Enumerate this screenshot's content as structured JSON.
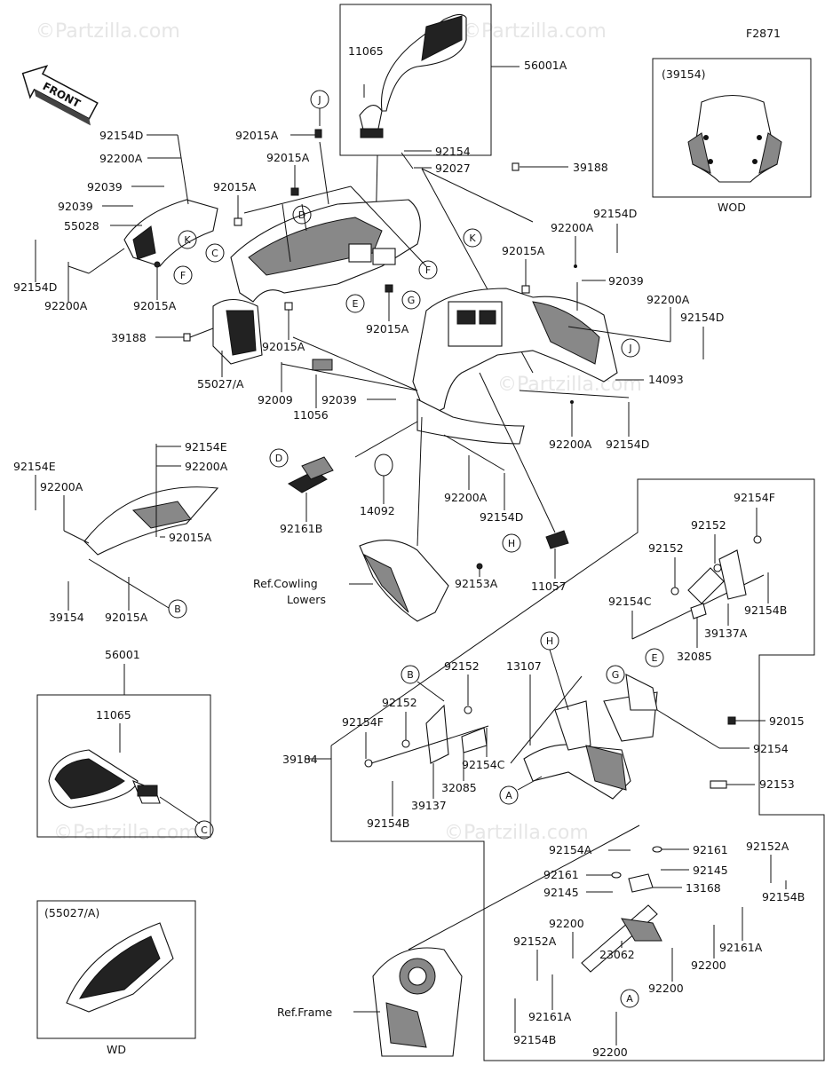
{
  "figure_code": "F2871",
  "front_label": "FRONT",
  "watermark": "©Partzilla.com",
  "inset_windshield": {
    "ref": "(39154)",
    "variant": "WOD"
  },
  "inset_cowl": {
    "ref": "(55027/A)",
    "variant": "WD"
  },
  "references": {
    "cowling_lowers": [
      "Ref.Cowling",
      "Lowers"
    ],
    "frame": "Ref.Frame"
  },
  "parts": {
    "p11065_top": "11065",
    "p56001A": "56001A",
    "p92154D_1": "92154D",
    "p92200A_1": "92200A",
    "p92039_1": "92039",
    "p92039_2": "92039",
    "p55028": "55028",
    "p92154D_2": "92154D",
    "p92200A_2": "92200A",
    "p92015A_1": "92015A",
    "p92015A_2": "92015A",
    "p92015A_3": "92015A",
    "p92015A_4": "92015A",
    "p92015A_5": "92015A",
    "p92015A_6": "92015A",
    "p92015A_7": "92015A",
    "p92154_1": "92154",
    "p92027": "92027",
    "p39188_1": "39188",
    "p39188_2": "39188",
    "p55027A": "55027/A",
    "p92009": "92009",
    "p11056": "11056",
    "p92039_3": "92039",
    "p92039_4": "92039",
    "p92200A_3": "92200A",
    "p92154D_3": "92154D",
    "p92200A_4": "92200A",
    "p92154D_4": "92154D",
    "p14093": "14093",
    "p92200A_5": "92200A",
    "p92154D_5": "92154D",
    "p92154E_1": "92154E",
    "p92200A_6": "92200A",
    "p92154E_2": "92154E",
    "p92200A_7": "92200A",
    "p92015A_8": "92015A",
    "p39154": "39154",
    "p92015A_9": "92015A",
    "p92161B": "92161B",
    "p14092": "14092",
    "p92200A_8": "92200A",
    "p92154D_6": "92154D",
    "p92153A": "92153A",
    "p11057": "11057",
    "p92154F_1": "92154F",
    "p92152_1": "92152",
    "p92152_2": "92152",
    "p92154C_1": "92154C",
    "p92154B_1": "92154B",
    "p39137A": "39137A",
    "p32085_1": "32085",
    "p56001": "56001",
    "p11065_bot": "11065",
    "p92152_3": "92152",
    "p13107": "13107",
    "p92152_4": "92152",
    "p92154F_2": "92154F",
    "p39184": "39184",
    "p92154C_2": "92154C",
    "p32085_2": "32085",
    "p39137": "39137",
    "p92154B_2": "92154B",
    "p92015": "92015",
    "p92154_2": "92154",
    "p92153": "92153",
    "p92154A": "92154A",
    "p92161_1": "92161",
    "p92161_2": "92161",
    "p92145_1": "92145",
    "p92145_2": "92145",
    "p13168": "13168",
    "p92152A_1": "92152A",
    "p92154B_3": "92154B",
    "p92200_1": "92200",
    "p92152A_2": "92152A",
    "p23062": "23062",
    "p92161A_1": "92161A",
    "p92200_2": "92200",
    "p92200_3": "92200",
    "p92161A_2": "92161A",
    "p92154B_4": "92154B",
    "p92200_4": "92200"
  },
  "callouts": [
    "A",
    "B",
    "C",
    "D",
    "E",
    "F",
    "G",
    "H",
    "J",
    "K"
  ]
}
